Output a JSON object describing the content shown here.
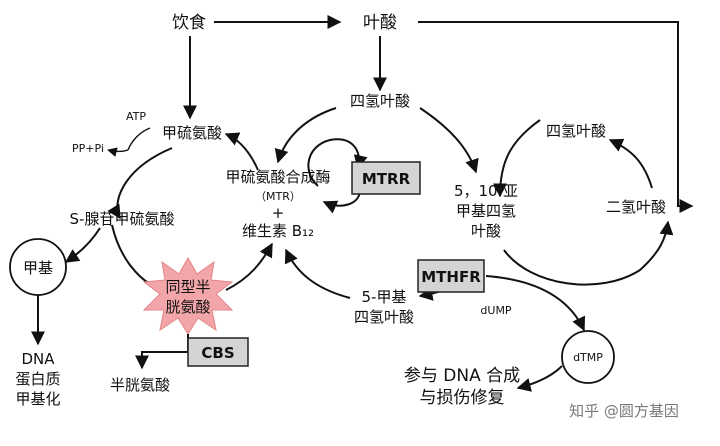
{
  "nodes": {
    "diet": "饮食",
    "folate": "叶酸",
    "methionine": "甲硫氨酸",
    "sam": "S-腺苷甲硫氨酸",
    "methyl": "甲基",
    "dna_methylation": [
      "DNA",
      "蛋白质",
      "甲基化"
    ],
    "homocysteine": [
      "同型半",
      "胱氨酸"
    ],
    "cysteine": "半胱氨酸",
    "mtr": [
      "甲硫氨酸合成酶",
      "（MTR）",
      "+",
      "维生素 B₁₂"
    ],
    "thf_top": "四氢叶酸",
    "methylene_thf": [
      "5，10-亚",
      "甲基四氢",
      "叶酸"
    ],
    "methyl_thf": [
      "5-甲基",
      "四氢叶酸"
    ],
    "thf_right": "四氢叶酸",
    "dhf": "二氢叶酸",
    "dtmp": "dTMP",
    "dna_synthesis": [
      "参与 DNA 合成",
      "与损伤修复"
    ]
  },
  "labels": {
    "atp": "ATP",
    "pppi": "PP+Pi",
    "dump": "dUMP"
  },
  "enzymes": {
    "mtrr": "MTRR",
    "mthfr": "MTHFR",
    "cbs": "CBS"
  },
  "watermark": "知乎 @圆方基因",
  "colors": {
    "homocysteine_burst": "#f2a6a9",
    "enzyme_box": "#d4d4d4"
  }
}
